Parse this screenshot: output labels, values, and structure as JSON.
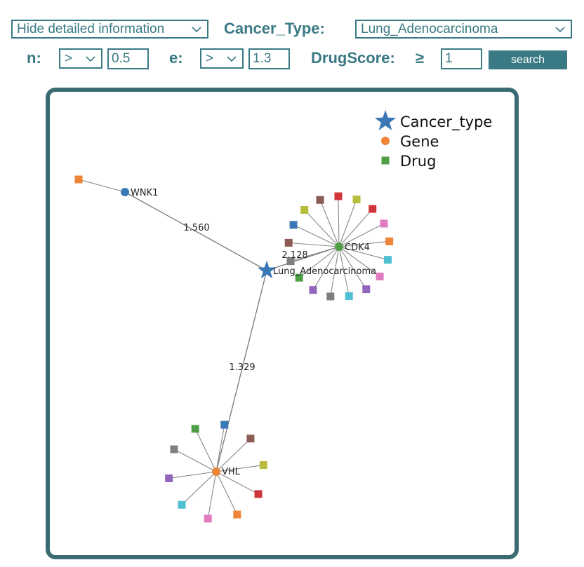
{
  "toolbar": {
    "detail_select": "Hide detailed information",
    "cancer_type_label": "Cancer_Type:",
    "cancer_type_select": "Lung_Adenocarcinoma",
    "n_label": "n:",
    "n_operator": ">",
    "n_value": "0.5",
    "e_label": "e:",
    "e_operator": ">",
    "e_value": "1.3",
    "drugscore_label": "DrugScore:",
    "drugscore_operator": "≥",
    "drugscore_value": "1",
    "search_label": "search"
  },
  "legend": [
    {
      "label": "Cancer_type",
      "shape": "star",
      "color": "#3a78b5"
    },
    {
      "label": "Gene",
      "shape": "circle",
      "color": "#f08436"
    },
    {
      "label": "Drug",
      "shape": "square",
      "color": "#4d9e45"
    }
  ],
  "network": {
    "cancer": {
      "id": "cancer",
      "label": "Lung_Adenocarcinoma",
      "color": "#3a78b5"
    },
    "genes": [
      {
        "id": "CDK4",
        "label": "CDK4",
        "color": "#4d9e45",
        "edge_label": "2.128",
        "drug_colors": [
          "#8b5a52",
          "#d0353a",
          "#b9bd3c",
          "#d0353a",
          "#e07bc0",
          "#f08436",
          "#4fc0d2",
          "#e07bc0",
          "#9167bc",
          "#4fc0d2",
          "#7f7f7f",
          "#9167bc",
          "#4d9e45",
          "#7f7f7f",
          "#8b5a52",
          "#3a78b5",
          "#b9bd3c"
        ]
      },
      {
        "id": "WNK1",
        "label": "WNK1",
        "color": "#3a78b5",
        "edge_label": "1.560",
        "drug_colors": [
          "#f08436"
        ]
      },
      {
        "id": "VHL",
        "label": "VHL",
        "color": "#f08436",
        "edge_label": "1.329",
        "drug_colors": [
          "#3a78b5",
          "#8b5a52",
          "#b9bd3c",
          "#d0353a",
          "#f08436",
          "#e07bc0",
          "#4fc0d2",
          "#9167bc",
          "#7f7f7f",
          "#4d9e45"
        ]
      }
    ]
  }
}
